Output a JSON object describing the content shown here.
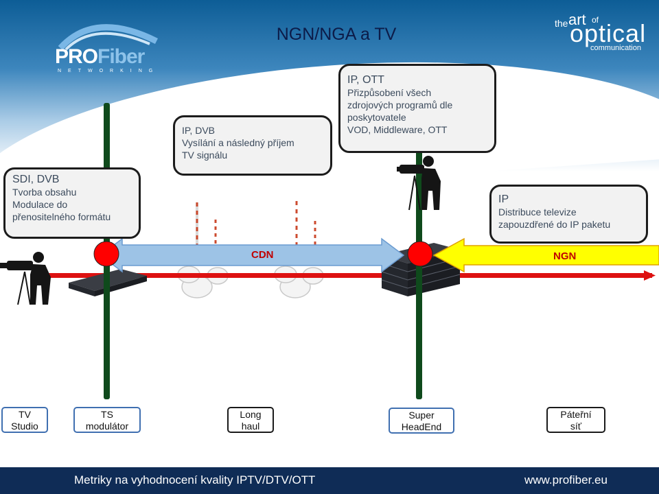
{
  "title": "NGN/NGA a TV",
  "brand_right": {
    "the": "the",
    "art": "art",
    "of": "of",
    "optical": "optical",
    "communication": "communication"
  },
  "logo": {
    "pro": "PRO",
    "fiber": "Fiber",
    "networking": "NETWORKING"
  },
  "boxes": {
    "sdi": {
      "lines": [
        "SDI, DVB",
        "Tvorba obsahu",
        "Modulace do",
        "přenositelného formátu"
      ]
    },
    "dvb": {
      "lines": [
        "IP, DVB",
        "Vysílání a následný příjem",
        "TV signálu"
      ]
    },
    "ott": {
      "lines": [
        "IP, OTT",
        "Přizpůsobení všech",
        "zdrojových programů dle",
        "poskytovatele",
        "VOD, Middleware, OTT"
      ]
    },
    "ip": {
      "lines": [
        "IP",
        "Distribuce televize",
        "zapouzdřené do IP paketu"
      ]
    }
  },
  "bands": {
    "cdn": "CDN",
    "ngn": "NGN"
  },
  "stages": [
    {
      "lines": [
        "TV",
        "Studio"
      ],
      "style": "blue"
    },
    {
      "lines": [
        "TS",
        "modulátor"
      ],
      "style": "blue"
    },
    {
      "lines": [
        "Long",
        "haul"
      ],
      "style": "black"
    },
    {
      "lines": [
        "Super",
        "HeadEnd"
      ],
      "style": "blue"
    },
    {
      "lines": [
        "Páteřní",
        "síť"
      ],
      "style": "black"
    }
  ],
  "footer": {
    "left": "Metriky na vyhodnocení kvality IPTV/DTV/OTT",
    "right": "www.profiber.eu"
  },
  "colors": {
    "cdn": "#c00000",
    "ngn": "#c00000",
    "pillar": "#0f4a1c",
    "node": "#ff0000",
    "arrow_blue": "#9dc3e6",
    "arrow_yellow": "#ffff00",
    "line_red": "#dd1111"
  }
}
